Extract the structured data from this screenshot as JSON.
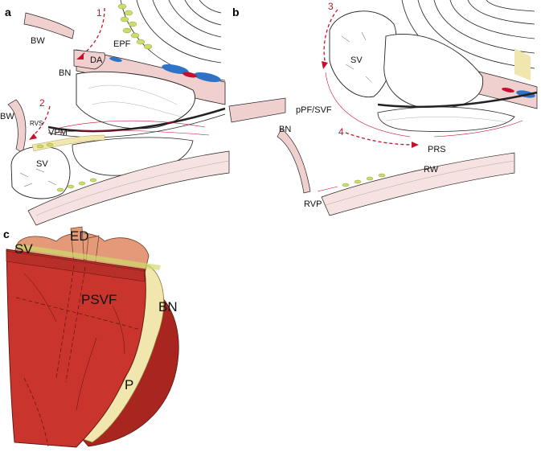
{
  "panels": {
    "a": {
      "letter": "a",
      "labels": {
        "bw_top": "BW",
        "da": "DA",
        "epf": "EPF",
        "bn": "BN",
        "bw_left": "BW",
        "rvs": "RVS",
        "vpm": "VPM",
        "sv": "SV"
      },
      "arrows": {
        "one": "1",
        "two": "2"
      }
    },
    "b": {
      "letter": "b",
      "labels": {
        "sv": "SV",
        "ppf_svf": "pPF/SVF",
        "bn": "BN",
        "prs": "PRS",
        "rw": "RW",
        "rvp": "RVP"
      },
      "arrows": {
        "three": "3",
        "four": "4"
      }
    },
    "c": {
      "letter": "c",
      "labels": {
        "sv": "SV",
        "ed": "ED",
        "psvf": "PSVF",
        "bn": "BN",
        "p": "P"
      }
    }
  },
  "colors": {
    "muscle_red": "#c9342d",
    "muscle_dark": "#a8261f",
    "pink_tissue": "#efd0cf",
    "sv_orange": "#e49a78",
    "fascia_yellow": "#f1e6ad",
    "fat_green": "#cddc6a",
    "arrow_red": "#c8102e",
    "vein_blue": "#2f73c6"
  }
}
